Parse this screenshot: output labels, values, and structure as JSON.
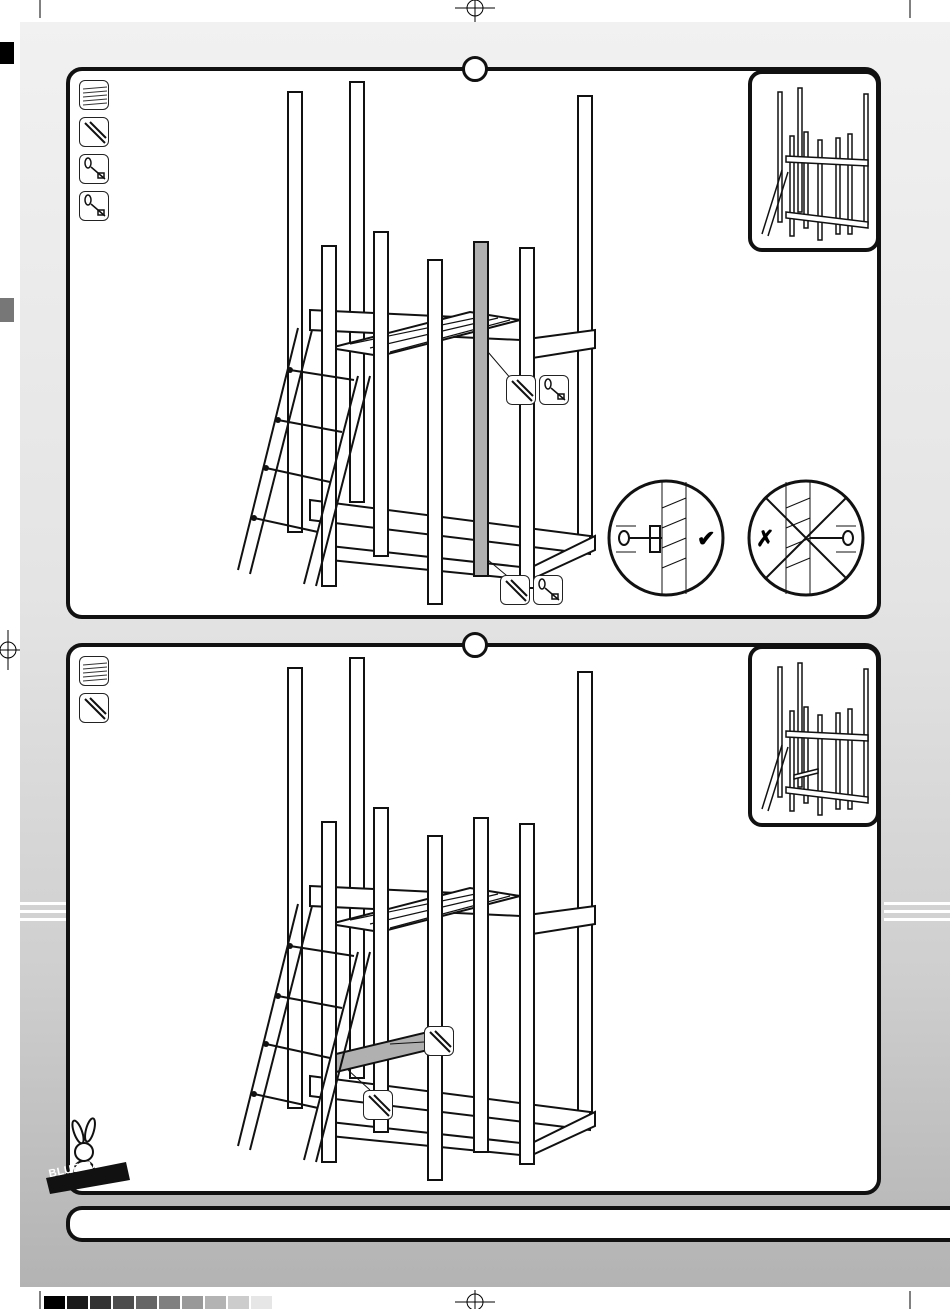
{
  "brand": {
    "logo_text": "BLUE RABBIT",
    "logo_icon": "rabbit-mascot-icon"
  },
  "steps": [
    {
      "id": 1,
      "parts": [
        "wood-plank-icon",
        "screw-icon",
        "bolt-with-nut-icon",
        "bolt-with-nut-icon"
      ],
      "callouts": [
        "screw-icon",
        "bolt-with-nut-icon"
      ],
      "details": [
        {
          "name": "correct-bolt-orientation",
          "mark": "✔"
        },
        {
          "name": "incorrect-bolt-orientation",
          "mark": "✗"
        }
      ]
    },
    {
      "id": 2,
      "parts": [
        "wood-plank-icon",
        "screw-icon"
      ],
      "callouts": [
        "screw-icon",
        "screw-icon"
      ]
    }
  ],
  "colors": {
    "outline": "#111111",
    "highlight_part": "#b0b0b0",
    "background_top": "#f1f1f1",
    "background_bottom": "#b3b3b3"
  },
  "color_bar": [
    "#000000",
    "#1a1a1a",
    "#333333",
    "#4d4d4d",
    "#666666",
    "#808080",
    "#999999",
    "#b3b3b3",
    "#cccccc",
    "#e6e6e6"
  ]
}
